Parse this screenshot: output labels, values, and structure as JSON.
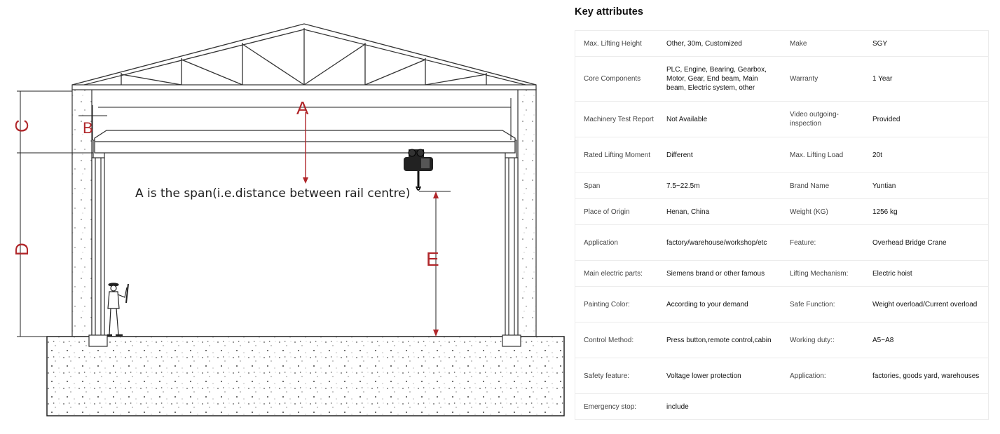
{
  "diagram": {
    "labels": {
      "a": "A",
      "b": "B",
      "c": "C",
      "d": "D",
      "e": "E"
    },
    "caption": "A is the span(i.e.distance between rail centre)",
    "accent_color": "#b0262a"
  },
  "key_attributes": {
    "title": "Key attributes",
    "rows": [
      {
        "label1": "Max. Lifting Height",
        "value1": "Other, 30m, Customized",
        "label2": "Make",
        "value2": "SGY"
      },
      {
        "label1": "Core Components",
        "value1": "PLC, Engine, Bearing, Gearbox, Motor, Gear, End beam, Main beam, Electric system, other",
        "label2": "Warranty",
        "value2": "1 Year"
      },
      {
        "label1": "Machinery Test Report",
        "value1": "Not Available",
        "label2": "Video outgoing-inspection",
        "value2": "Provided"
      },
      {
        "label1": "Rated Lifting Moment",
        "value1": "Different",
        "label2": "Max. Lifting Load",
        "value2": "20t"
      },
      {
        "label1": "Span",
        "value1": "7.5~22.5m",
        "label2": "Brand Name",
        "value2": "Yuntian"
      },
      {
        "label1": "Place of Origin",
        "value1": "Henan, China",
        "label2": "Weight (KG)",
        "value2": "1256 kg"
      },
      {
        "label1": "Application",
        "value1": "factory/warehouse/workshop/etc",
        "label2": "Feature:",
        "value2": "Overhead Bridge Crane"
      },
      {
        "label1": "Main electric parts:",
        "value1": "Siemens brand or other famous",
        "label2": "Lifting Mechanism:",
        "value2": "Electric hoist"
      },
      {
        "label1": "Painting Color:",
        "value1": "According to your demand",
        "label2": "Safe Function:",
        "value2": "Weight overload/Current overload"
      },
      {
        "label1": "Control Method:",
        "value1": "Press button,remote control,cabin",
        "label2": "Working duty::",
        "value2": "A5~A8"
      },
      {
        "label1": "Safety feature:",
        "value1": "Voltage lower protection",
        "label2": "Application:",
        "value2": "factories, goods yard, warehouses"
      },
      {
        "label1": "Emergency stop:",
        "value1": "include",
        "label2": "",
        "value2": ""
      }
    ]
  }
}
